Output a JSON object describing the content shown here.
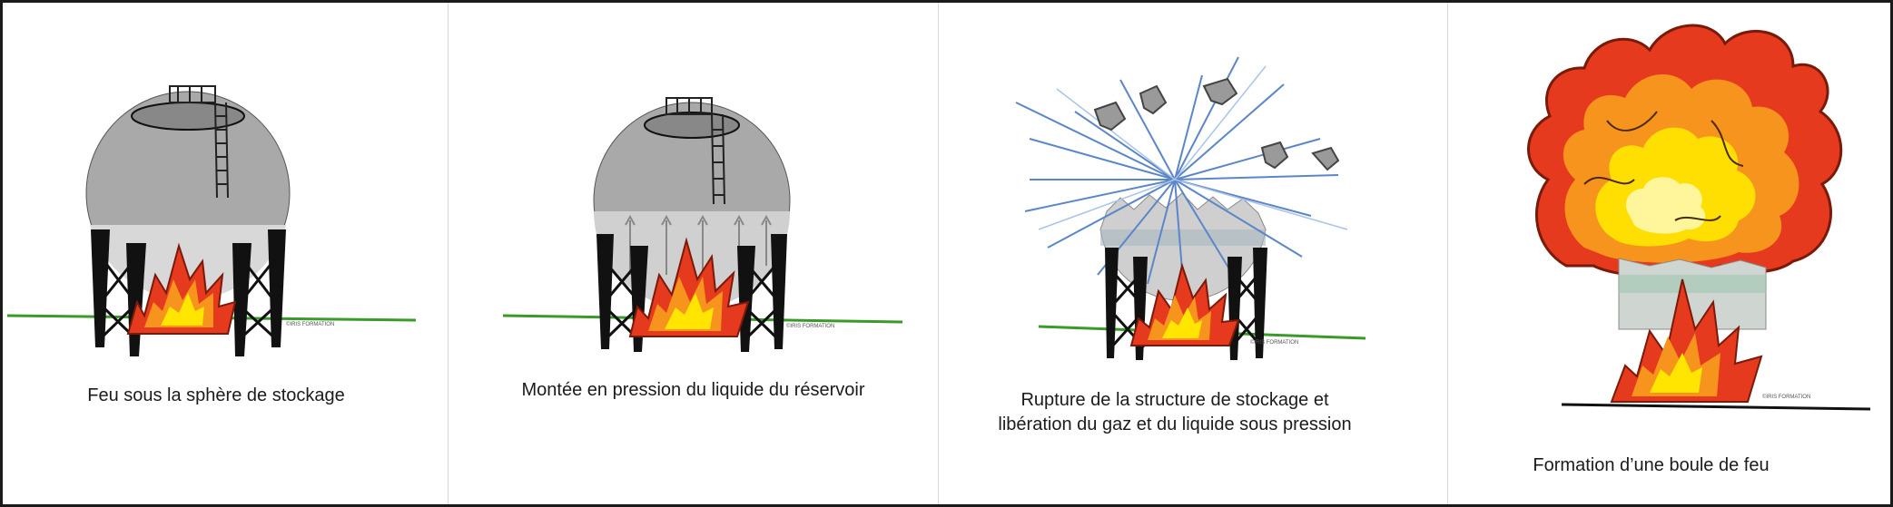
{
  "panels": [
    {
      "caption": "Feu sous la sphère de stockage",
      "credit": "©IRIS FORMATION"
    },
    {
      "caption": "Montée en pression du liquide du réservoir",
      "credit": "©IRIS FORMATION"
    },
    {
      "caption_lines": [
        "Rupture de la structure de stockage et",
        "libération du gaz et du liquide sous pression"
      ],
      "credit": "©IRIS FORMATION"
    },
    {
      "caption": "Formation d’une boule de feu",
      "credit": "©IRIS FORMATION"
    }
  ],
  "colors": {
    "tank": "#a9a9a9",
    "tank_light": "#d6d6d6",
    "ground": "#3a9a2a",
    "flame_red": "#e53a1e",
    "flame_orange": "#f7941d",
    "flame_yellow": "#ffe500",
    "burst": "#5b86c8"
  }
}
